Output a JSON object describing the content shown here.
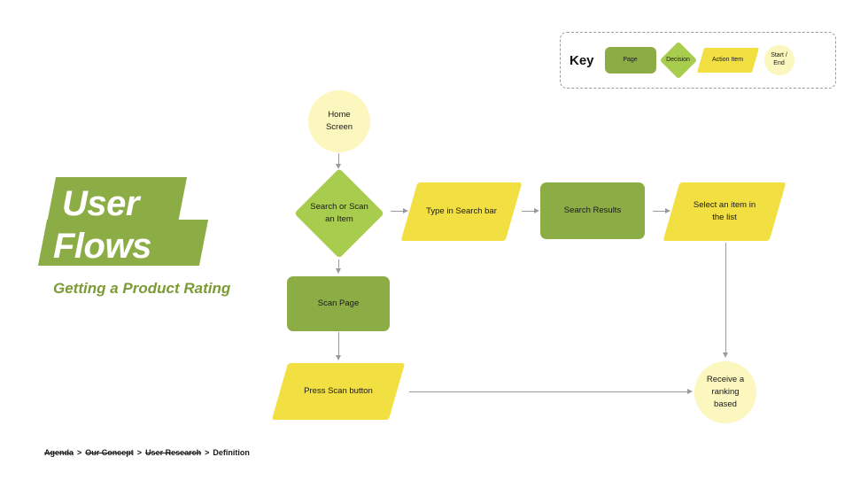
{
  "title": {
    "line1": "User",
    "line2": "Flows",
    "subtitle": "Getting a Product Rating"
  },
  "legend": {
    "title": "Key",
    "items": [
      {
        "label": "Page",
        "shape": "rounded-rect",
        "color": "#8CAD45"
      },
      {
        "label": "Decision",
        "shape": "diamond",
        "color": "#A8CC4E"
      },
      {
        "label": "Action Item",
        "shape": "parallelogram",
        "color": "#F2DF42"
      },
      {
        "label": "Start /\nEnd",
        "shape": "circle",
        "color": "#FBF7BF"
      }
    ]
  },
  "flow": {
    "nodes": [
      {
        "id": "home",
        "label": "Home\nScreen",
        "shape": "circle",
        "color": "#FBF7BF"
      },
      {
        "id": "search-scan",
        "label": "Search or Scan\nan Item",
        "shape": "diamond",
        "color": "#A8CC4E"
      },
      {
        "id": "type-search",
        "label": "Type in Search bar",
        "shape": "parallelogram",
        "color": "#F2DF42"
      },
      {
        "id": "results",
        "label": "Search Results",
        "shape": "rounded-rect",
        "color": "#8CAD45"
      },
      {
        "id": "select-item",
        "label": "Select an item in\nthe list",
        "shape": "parallelogram",
        "color": "#F2DF42"
      },
      {
        "id": "scan-page",
        "label": "Scan Page",
        "shape": "rounded-rect",
        "color": "#8CAD45"
      },
      {
        "id": "press-scan",
        "label": "Press Scan button",
        "shape": "parallelogram",
        "color": "#F2DF42"
      },
      {
        "id": "receive",
        "label": "Receive a\nranking based",
        "shape": "circle",
        "color": "#FBF7BF"
      }
    ],
    "connector_color": "#9a9a9a"
  },
  "breadcrumb": {
    "items": [
      {
        "label": "Agenda",
        "state": "done"
      },
      {
        "label": "Our Concept",
        "state": "done"
      },
      {
        "label": "User Research",
        "state": "done"
      },
      {
        "label": "Definition",
        "state": "current"
      }
    ],
    "separator": ">"
  }
}
